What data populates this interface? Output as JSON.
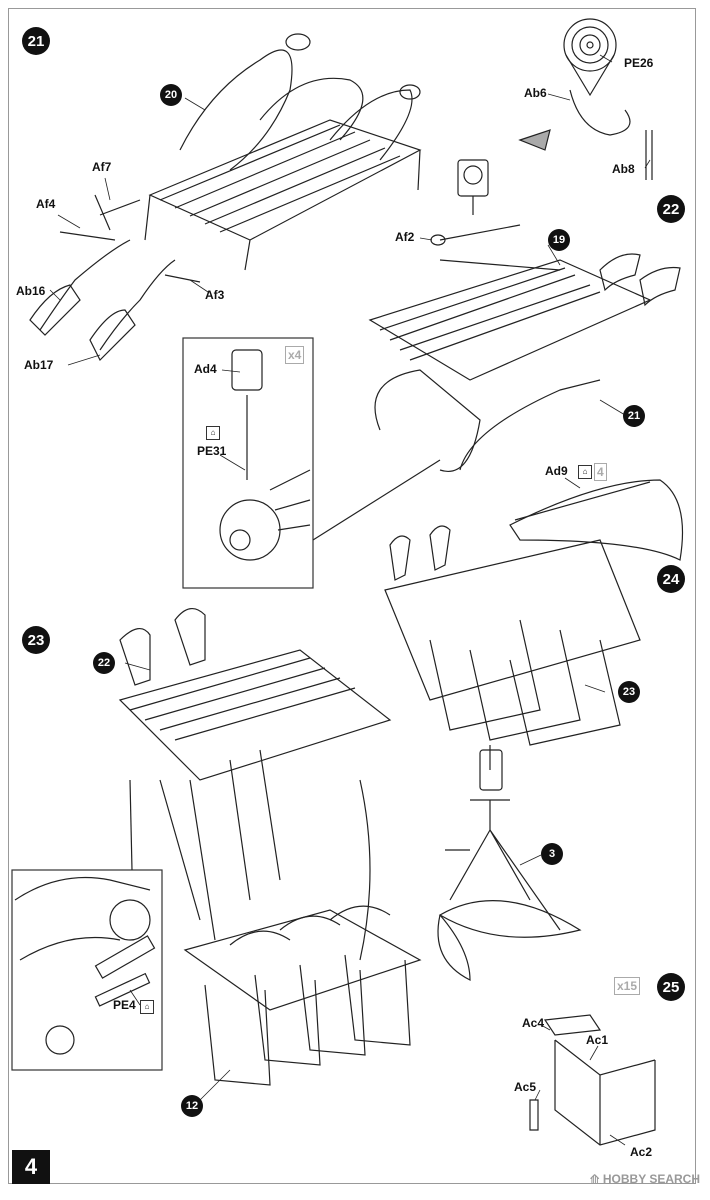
{
  "page": {
    "number": "4"
  },
  "steps": {
    "s21": "21",
    "s22": "22",
    "s23": "23",
    "s24": "24",
    "s25": "25"
  },
  "refs": {
    "r20": "20",
    "r19": "19",
    "r21": "21",
    "r22": "22",
    "r23": "23",
    "r3": "3",
    "r12": "12"
  },
  "parts": {
    "af7": "Af7",
    "af4": "Af4",
    "af3": "Af3",
    "af2": "Af2",
    "ab16": "Ab16",
    "ab17": "Ab17",
    "ab6": "Ab6",
    "ab8": "Ab8",
    "ad4": "Ad4",
    "ad9": "Ad9",
    "pe26": "PE26",
    "pe31": "PE31",
    "pe4": "PE4",
    "ac4": "Ac4",
    "ac1": "Ac1",
    "ac5": "Ac5",
    "ac2": "Ac2"
  },
  "quantities": {
    "ad4": "x4",
    "ad9": "4",
    "step25": "x15"
  },
  "watermark": "HOBBY SEARCH"
}
